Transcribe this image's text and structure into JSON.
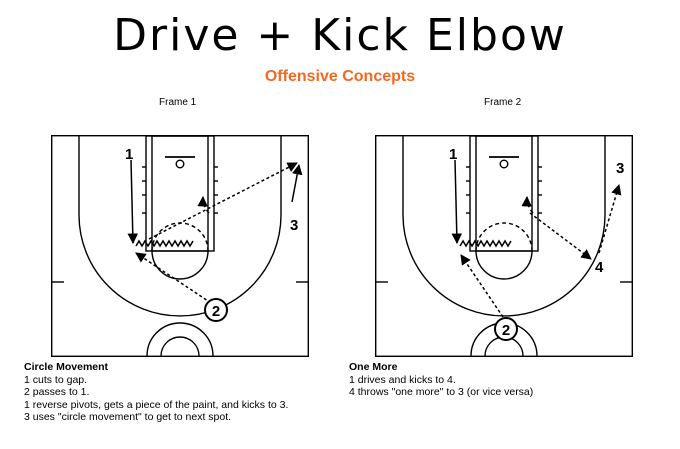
{
  "header": {
    "title": "Drive + Kick Elbow",
    "subtitle": "Offensive Concepts"
  },
  "frames": [
    {
      "label": "Frame 1",
      "players": [
        {
          "id": "p1",
          "label": "1"
        },
        {
          "id": "p2",
          "label": "2"
        },
        {
          "id": "p3",
          "label": "3"
        }
      ],
      "description": {
        "title": "Circle Movement",
        "lines": [
          "1 cuts to gap.",
          "2 passes to 1.",
          "1 reverse pivots, gets a piece of the paint, and kicks to 3.",
          "3 uses \"circle movement\" to get to next spot."
        ]
      }
    },
    {
      "label": "Frame 2",
      "players": [
        {
          "id": "p1",
          "label": "1"
        },
        {
          "id": "p2",
          "label": "2"
        },
        {
          "id": "p3",
          "label": "3"
        },
        {
          "id": "p4",
          "label": "4"
        }
      ],
      "description": {
        "title": "One More",
        "lines": [
          "1 drives and kicks to 4.",
          "4 throws \"one more\" to 3 (or vice versa)"
        ]
      }
    }
  ],
  "colors": {
    "subtitle": "#f26a21",
    "lines": "#000000"
  }
}
